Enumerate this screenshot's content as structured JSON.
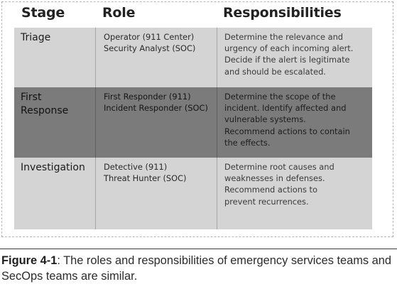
{
  "table": {
    "headers": {
      "stage": "Stage",
      "role": "Role",
      "responsibilities": "Responsibilities"
    },
    "rows": [
      {
        "stage": "Triage",
        "role": "Operator (911 Center)\nSecurity Analyst (SOC)",
        "responsibilities": "Determine the relevance and\nurgency of each incoming alert.\nDecide if the alert is legitimate\nand should be escalated."
      },
      {
        "stage": "First\nResponse",
        "role": "First Responder (911)\nIncident Responder (SOC)",
        "responsibilities": "Determine the scope of the\nincident. Identify affected and\nvulnerable systems.\nRecommend actions to contain\nthe effects."
      },
      {
        "stage": "Investigation",
        "role": "Detective (911)\nThreat Hunter (SOC)",
        "responsibilities": "Determine root causes and\nweaknesses in defenses.\nRecommend actions to\nprevent recurrences."
      }
    ]
  },
  "caption": {
    "label": "Figure 4-1",
    "text": ": The roles and responsibilities of emergency services teams and SecOps teams are similar."
  }
}
